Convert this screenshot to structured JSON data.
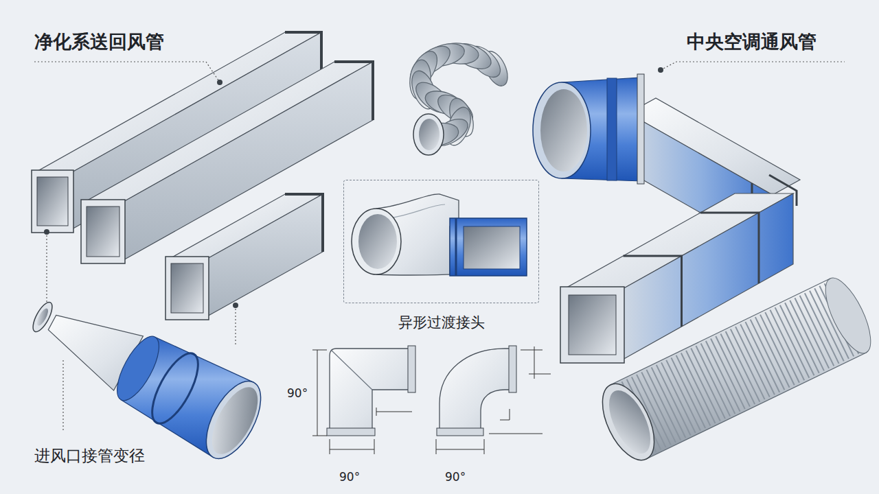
{
  "diagram": {
    "nodes": [
      {
        "text": [
          "异形过渡接头"
        ]
      }
    ],
    "labels": [
      "净化系送回风管",
      "中央空调通风管",
      "90°",
      "进风口接管变径",
      "90°",
      "90°"
    ]
  }
}
